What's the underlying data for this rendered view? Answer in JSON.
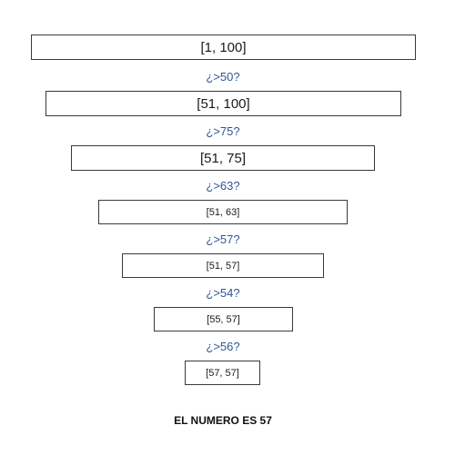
{
  "steps": [
    {
      "range": "[1, 100]"
    },
    {
      "question": "¿>50?",
      "range": "[51, 100]"
    },
    {
      "question": "¿>75?",
      "range": "[51, 75]"
    },
    {
      "question": "¿>63?",
      "range": "[51, 63]"
    },
    {
      "question": "¿>57?",
      "range": "[51, 57]"
    },
    {
      "question": "¿>54?",
      "range": "[55, 57]"
    },
    {
      "question": "¿>56?",
      "range": "[57, 57]"
    }
  ],
  "result": "EL NUMERO ES 57",
  "colors": {
    "question_text": "#2f5596",
    "box_border": "#3a3a3a"
  }
}
